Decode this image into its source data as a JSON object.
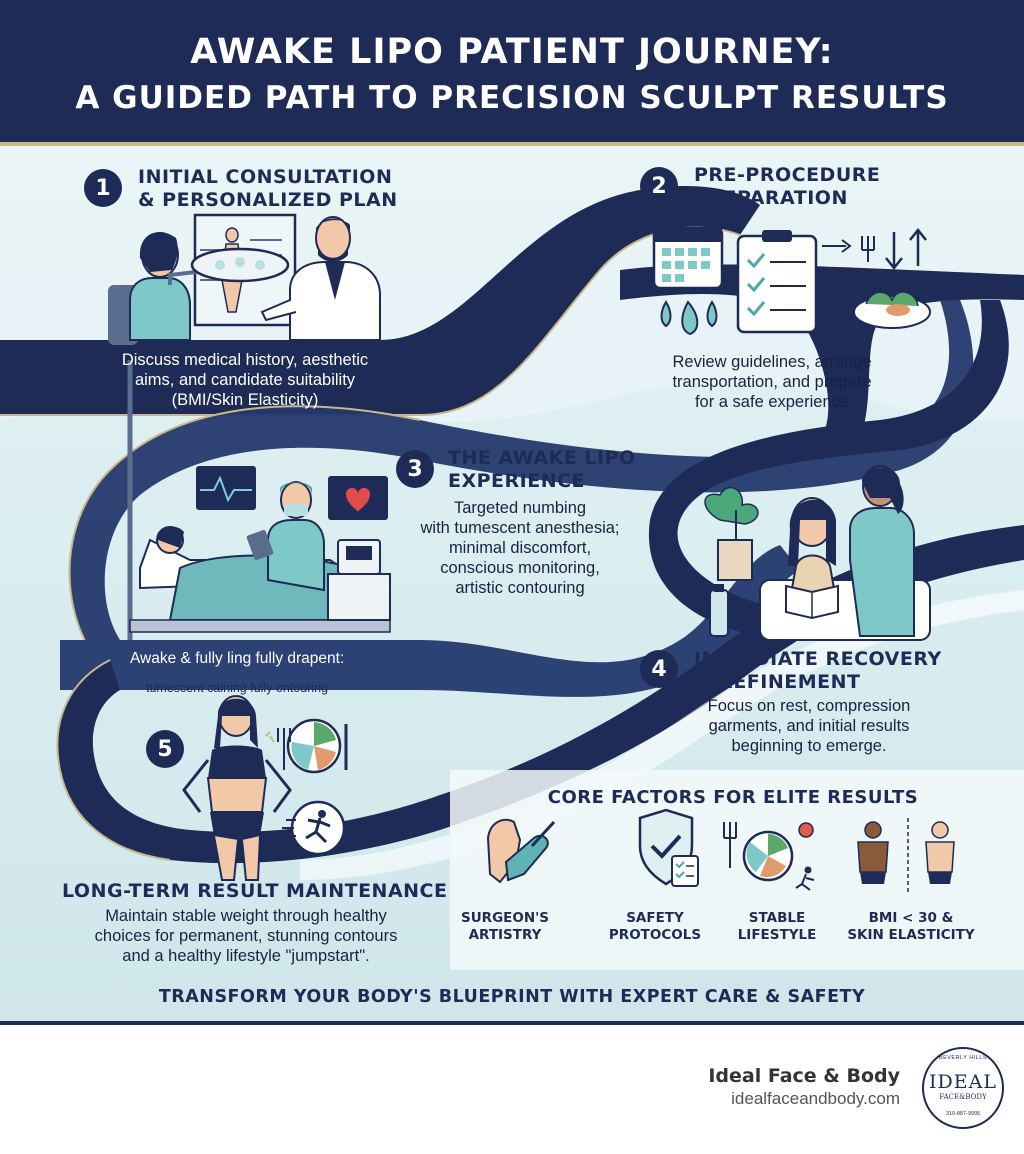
{
  "header": {
    "title_line1": "AWAKE LIPO PATIENT JOURNEY:",
    "title_line2": "A GUIDED PATH TO PRECISION SCULPT RESULTS"
  },
  "steps": [
    {
      "number": "1",
      "title_line1": "INITIAL CONSULTATION",
      "title_line2": "& PERSONALIZED PLAN",
      "body_lines": [
        "Discuss medical history, aesthetic",
        "aims, and candidate suitability",
        "(BMI/Skin Elasticity)"
      ]
    },
    {
      "number": "2",
      "title_line1": "PRE-PROCEDURE",
      "title_line2": "PREPARATION",
      "body_lines": [
        "Review guidelines, arrange",
        "transportation, and prepare",
        "for a safe experience"
      ]
    },
    {
      "number": "3",
      "title_line1": "THE AWAKE LIPO",
      "title_line2": "EXPERIENCE",
      "body_lines": [
        "Targeted numbing",
        "with tumescent anesthesia;",
        "minimal discomfort,",
        "conscious monitoring,",
        "artistic contouring"
      ]
    },
    {
      "number": "4",
      "title_line1": "IMMEDIATE RECOVERY",
      "title_line2": "& REFINEMENT",
      "body_lines": [
        "Focus on rest, compression",
        "garments, and initial results",
        "beginning to emerge."
      ]
    },
    {
      "number": "5",
      "title_line1": "LONG-TERM RESULT MAINTENANCE",
      "body_lines": [
        "Maintain stable weight through healthy",
        "choices for permanent, stunning contours",
        "and a healthy lifestyle \"jumpstart\"."
      ]
    }
  ],
  "ribbon_captions": {
    "line1": "Awake & fully ling fully drapent:",
    "line2": "tumescent calning fully ontouring"
  },
  "core_factors": {
    "title": "CORE FACTORS FOR ELITE RESULTS",
    "items": [
      {
        "icon": "surgeon-artistry-icon",
        "line1": "SURGEON'S",
        "line2": "ARTISTRY"
      },
      {
        "icon": "shield-check-icon",
        "line1": "SAFETY",
        "line2": "PROTOCOLS"
      },
      {
        "icon": "healthy-plate-icon",
        "line1": "STABLE",
        "line2": "LIFESTYLE"
      },
      {
        "icon": "body-comparison-icon",
        "line1": "BMI < 30 &",
        "line2": "SKIN ELASTICITY"
      }
    ]
  },
  "tagline": "TRANSFORM YOUR BODY'S BLUEPRINT WITH EXPERT CARE & SAFETY",
  "footer": {
    "brand": "Ideal Face & Body",
    "url": "idealfaceandbody.com",
    "logo_top": "BEVERLY HILLS",
    "logo_main": "IDEAL",
    "logo_sub": "FACE&BODY",
    "logo_phone": "310-887-9995"
  },
  "colors": {
    "navy": "#1d2b56",
    "teal": "#8fc9cc",
    "gold": "#c9b88a",
    "panel": "#dcecef"
  }
}
